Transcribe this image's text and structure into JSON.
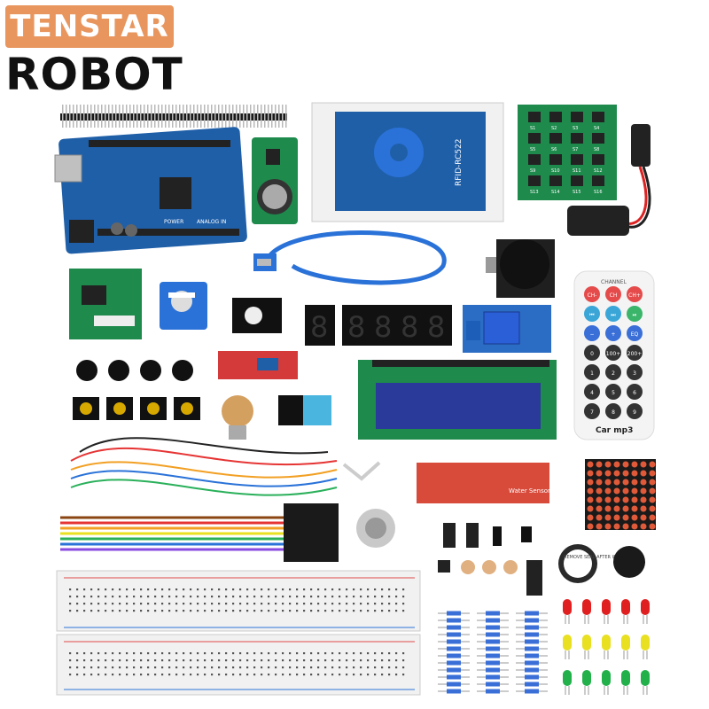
{
  "brand": {
    "top": "TENSTAR",
    "bottom": "ROBOT",
    "top_bg": "#e8965e"
  },
  "board_labels": {
    "uno_power": "POWER",
    "uno_analog": "ANALOG IN",
    "rfid_model": "RFID-RC522",
    "water_sensor": "Water Sensor",
    "buzzer_sticker": "REMOVE SEAL AFTER WASHING",
    "remote_header": "CHANNEL",
    "remote_brand": "Car mp3"
  },
  "keypad_keys": [
    "S1",
    "S2",
    "S3",
    "S4",
    "S5",
    "S6",
    "S7",
    "S8",
    "S9",
    "S10",
    "S11",
    "S12",
    "S13",
    "S14",
    "S15",
    "S16"
  ],
  "remote_buttons": [
    {
      "label": "CH-",
      "color": "#e54b4b"
    },
    {
      "label": "CH",
      "color": "#e54b4b"
    },
    {
      "label": "CH+",
      "color": "#e54b4b"
    },
    {
      "label": "⏮",
      "color": "#3aa6d8"
    },
    {
      "label": "⏭",
      "color": "#3aa6d8"
    },
    {
      "label": "⏯",
      "color": "#3ab56a"
    },
    {
      "label": "−",
      "color": "#3a6fd8"
    },
    {
      "label": "+",
      "color": "#3a6fd8"
    },
    {
      "label": "EQ",
      "color": "#3a6fd8"
    },
    {
      "label": "0",
      "color": "#333333"
    },
    {
      "label": "100+",
      "color": "#333333"
    },
    {
      "label": "200+",
      "color": "#333333"
    },
    {
      "label": "1",
      "color": "#333333"
    },
    {
      "label": "2",
      "color": "#333333"
    },
    {
      "label": "3",
      "color": "#333333"
    },
    {
      "label": "4",
      "color": "#333333"
    },
    {
      "label": "5",
      "color": "#333333"
    },
    {
      "label": "6",
      "color": "#333333"
    },
    {
      "label": "7",
      "color": "#333333"
    },
    {
      "label": "8",
      "color": "#333333"
    },
    {
      "label": "9",
      "color": "#333333"
    }
  ],
  "colors": {
    "pcb_blue": "#1f5fa8",
    "pcb_green": "#1e8a4c",
    "lcd_screen": "#2a3a9a",
    "relay_blue": "#2b6cc4",
    "led_red": "#e02020",
    "led_yellow": "#e8e020",
    "led_green": "#22b04a"
  }
}
